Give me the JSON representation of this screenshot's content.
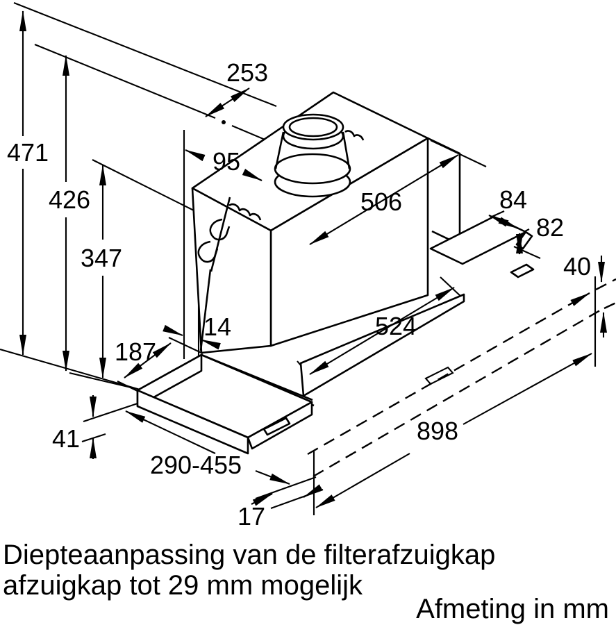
{
  "drawing": {
    "type": "technical-dimension-diagram",
    "subject": "telescopic built-in cooker hood (filterafzuigkap)",
    "units": "mm",
    "dims": {
      "total_height": "471",
      "height_to_collar_base": "426",
      "height_to_body_top": "347",
      "duct_section_depth": "253",
      "collar_offset": "95",
      "body_width": "506",
      "bracket_depth": "84",
      "bracket_height": "82",
      "rail_height": "40",
      "front_gap": "14",
      "lower_body_width": "524",
      "drawer_visible_depth": "187",
      "drawer_front_height": "41",
      "pullout_range": "290-455",
      "lip_height": "17",
      "rail_length": "898"
    },
    "notes": {
      "line1": "Diepteaanpassing van de filterafzuigkap",
      "line2": "afzuigkap tot 29 mm mogelijk",
      "units_label": "Afmeting in mm"
    },
    "colors": {
      "line": "#000000",
      "background": "#ffffff"
    }
  }
}
